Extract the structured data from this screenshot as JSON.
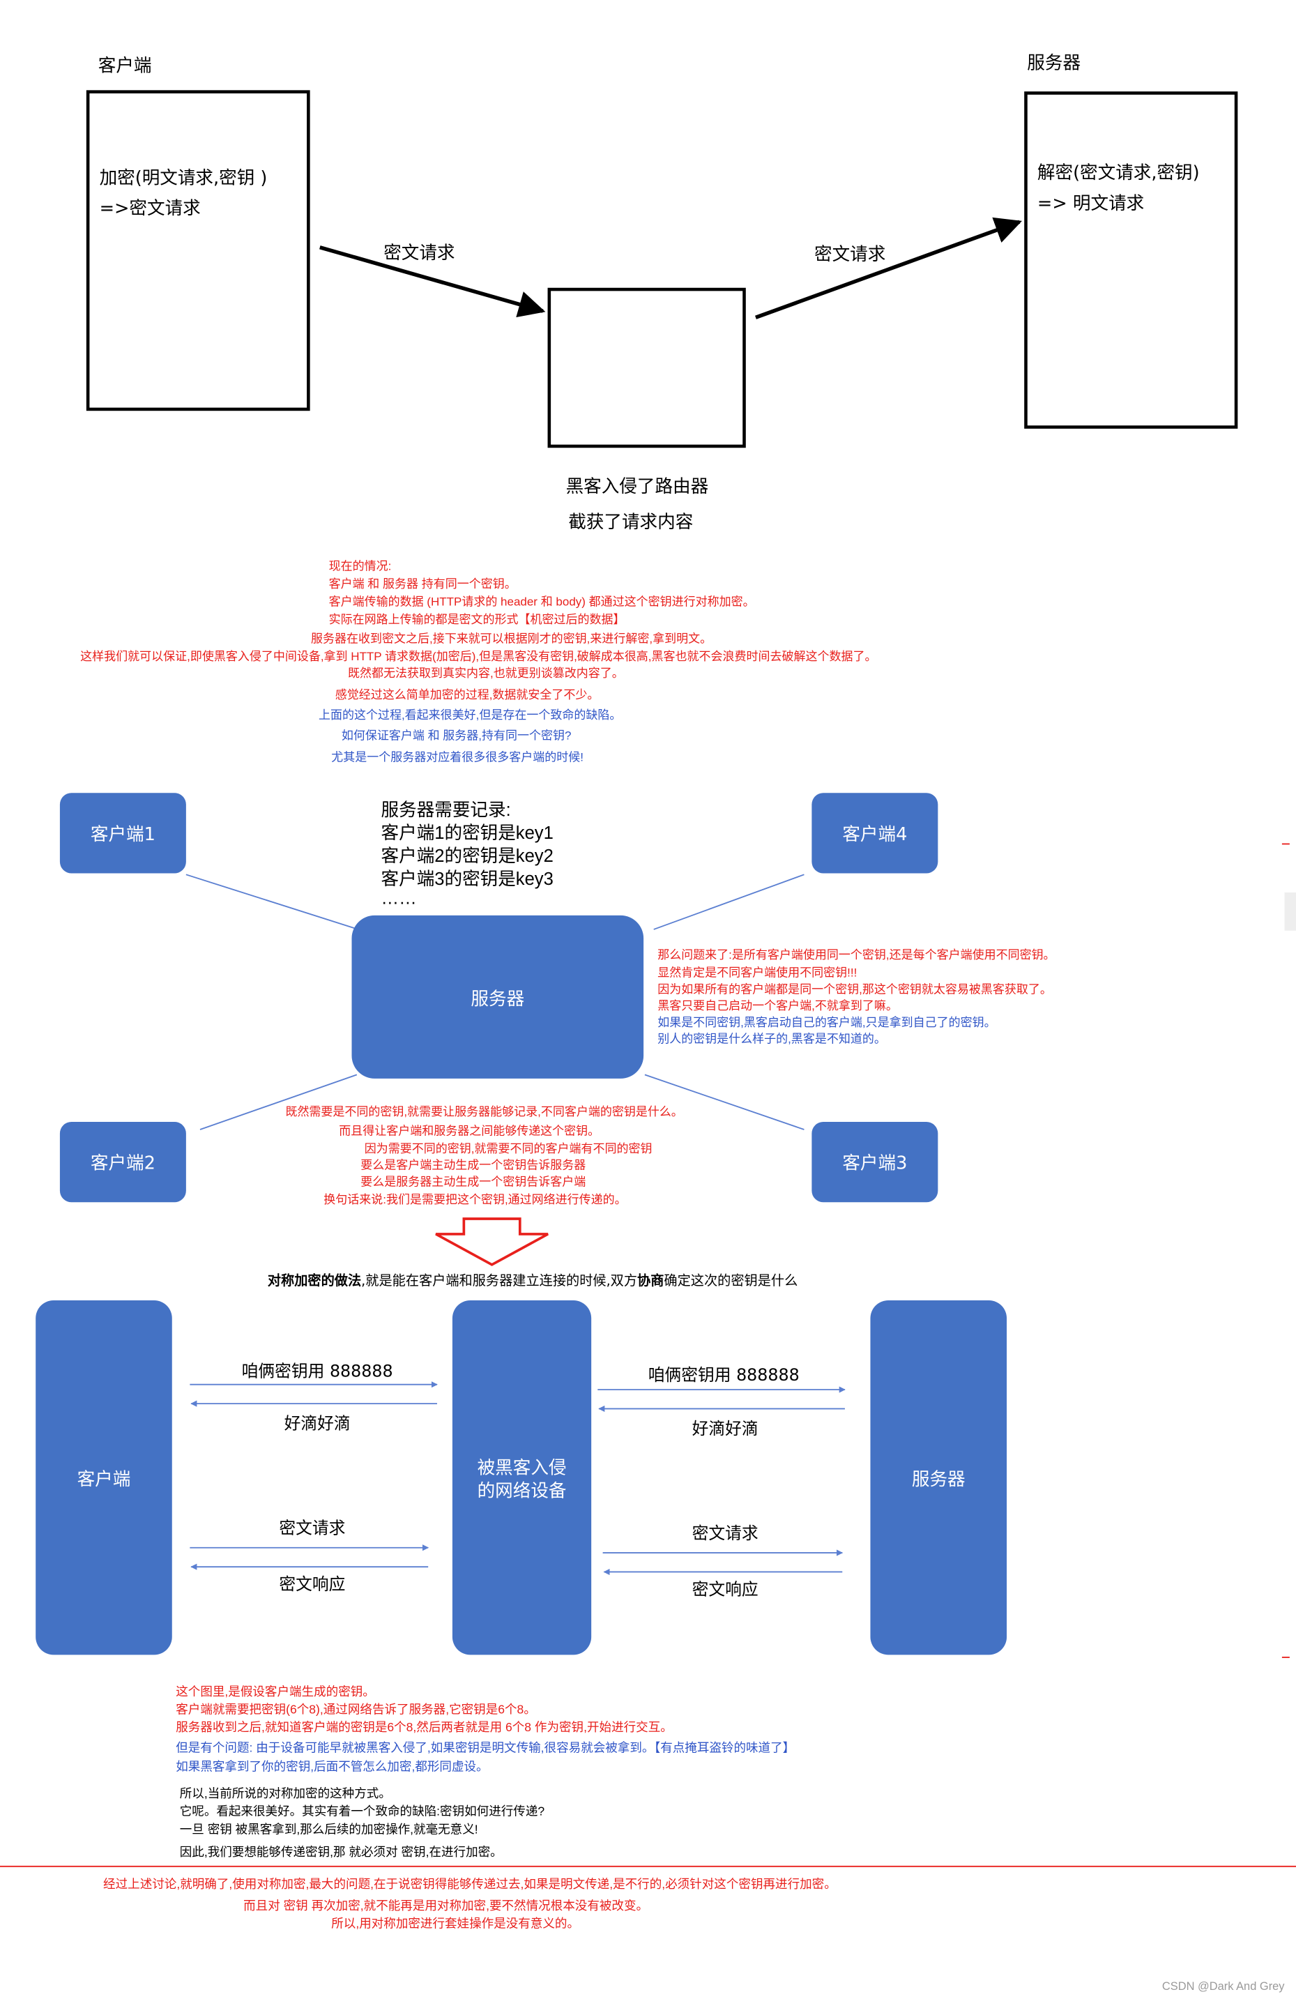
{
  "colors": {
    "blue_box": "#4472c4",
    "blue_text": "#2f55c7",
    "red_text": "#e8201c",
    "black": "#000000",
    "arrow_line": "#5b7fd1",
    "grey_watermark": "#9a9a9a"
  },
  "top_diagram": {
    "client_title": "客户端",
    "client_line1": "加密(明文请求,密钥 )",
    "client_line2": "=>密文请求",
    "server_title": "服务器",
    "server_line1": "解密(密文请求,密钥)",
    "server_line2": "=> 明文请求",
    "arrow_left_label": "密文请求",
    "arrow_right_label": "密文请求",
    "hacker_line1": "黑客入侵了路由器",
    "hacker_line2": "截获了请求内容"
  },
  "note1": [
    {
      "text": "现在的情况:",
      "color": "red"
    },
    {
      "text": "客户端 和 服务器 持有同一个密钥。",
      "color": "red"
    },
    {
      "text": "客户端传输的数据 (HTTP请求的 header 和 body) 都通过这个密钥进行对称加密。",
      "color": "red"
    },
    {
      "text": "实际在网路上传输的都是密文的形式【机密过后的数据】",
      "color": "red"
    },
    {
      "text": "服务器在收到密文之后,接下来就可以根据刚才的密钥,来进行解密,拿到明文。",
      "color": "red"
    },
    {
      "text": "这样我们就可以保证,即使黑客入侵了中间设备,拿到 HTTP 请求数据(加密后),但是黑客没有密钥,破解成本很高,黑客也就不会浪费时间去破解这个数据了。",
      "color": "red"
    },
    {
      "text": "既然都无法获取到真实内容,也就更别谈篡改内容了。",
      "color": "red"
    },
    {
      "text": "感觉经过这么简单加密的过程,数据就安全了不少。",
      "color": "red"
    },
    {
      "text": "上面的这个过程,看起来很美好,但是存在一个致命的缺陷。",
      "color": "blue"
    },
    {
      "text": "如何保证客户端 和 服务器,持有同一个密钥?",
      "color": "blue"
    },
    {
      "text": "尤其是一个服务器对应着很多很多客户端的时候!",
      "color": "blue"
    }
  ],
  "star_diagram": {
    "client1": "客户端1",
    "client2": "客户端2",
    "client3": "客户端3",
    "client4": "客户端4",
    "server": "服务器",
    "record_lines": [
      "服务器需要记录:",
      "客户端1的密钥是key1",
      "客户端2的密钥是key2",
      "客户端3的密钥是key3",
      "……"
    ],
    "right_note": [
      {
        "text": "那么问题来了:是所有客户端使用同一个密钥,还是每个客户端使用不同密钥。",
        "color": "red"
      },
      {
        "text": "显然肯定是不同客户端使用不同密钥!!!",
        "color": "red"
      },
      {
        "text": "因为如果所有的客户端都是同一个密钥,那这个密钥就太容易被黑客获取了。",
        "color": "red"
      },
      {
        "text": "黑客只要自己启动一个客户端,不就拿到了嘛。",
        "color": "red"
      },
      {
        "text": "如果是不同密钥,黑客启动自己的客户端,只是拿到自己了的密钥。",
        "color": "blue"
      },
      {
        "text": "别人的密钥是什么样子的,黑客是不知道的。",
        "color": "blue"
      }
    ],
    "bottom_note": [
      "既然需要是不同的密钥,就需要让服务器能够记录,不同客户端的密钥是什么。",
      "而且得让客户端和服务器之间能够传递这个密钥。",
      "因为需要不同的密钥,就需要不同的客户端有不同的密钥",
      "要么是客户端主动生成一个密钥告诉服务器",
      "要么是服务器主动生成一个密钥告诉客户端",
      "换句话来说:我们是需要把这个密钥,通过网络进行传递的。"
    ]
  },
  "heading": {
    "part1": "对称加密的",
    "part2": "做法",
    "part3": ",就是能在客户端和服务器建立连接的时候,双方",
    "part4": "协商",
    "part5": "确定这次的密钥是什么"
  },
  "bottom_diagram": {
    "client": "客户端",
    "middle_line1": "被黑客入侵",
    "middle_line2": "的网络设备",
    "server": "服务器",
    "left_top_label": "咱俩密钥用 888888",
    "left_reply_label": "好滴好滴",
    "left_req_label": "密文请求",
    "left_resp_label": "密文响应",
    "right_top_label": "咱俩密钥用 888888",
    "right_reply_label": "好滴好滴",
    "right_req_label": "密文请求",
    "right_resp_label": "密文响应"
  },
  "note2": [
    {
      "text": "这个图里,是假设客户端生成的密钥。",
      "color": "red"
    },
    {
      "text": "客户端就需要把密钥(6个8),通过网络告诉了服务器,它密钥是6个8。",
      "color": "red"
    },
    {
      "text": "服务器收到之后,就知道客户端的密钥是6个8,然后两者就是用 6个8 作为密钥,开始进行交互。",
      "color": "red"
    },
    {
      "text": "但是有个问题: 由于设备可能早就被黑客入侵了,如果密钥是明文传输,很容易就会被拿到。【有点掩耳盗铃的味道了】",
      "color": "blue"
    },
    {
      "text": "如果黑客拿到了你的密钥,后面不管怎么加密,都形同虚设。",
      "color": "blue"
    }
  ],
  "note3": [
    "所以,当前所说的对称加密的这种方式。",
    "它呢。看起来很美好。其实有着一个致命的缺陷:密钥如何进行传递?",
    "一旦 密钥 被黑客拿到,那么后续的加密操作,就毫无意义!",
    "因此,我们要想能够传递密钥,那 就必须对 密钥,在进行加密。"
  ],
  "note4": [
    "经过上述讨论,就明确了,使用对称加密,最大的问题,在于说密钥得能够传递过去,如果是明文传递,是不行的,必须针对这个密钥再进行加密。",
    "而且对 密钥 再次加密,就不能再是用对称加密,要不然情况根本没有被改变。",
    "所以,用对称加密进行套娃操作是没有意义的。"
  ],
  "watermark": "CSDN @Dark And Grey"
}
